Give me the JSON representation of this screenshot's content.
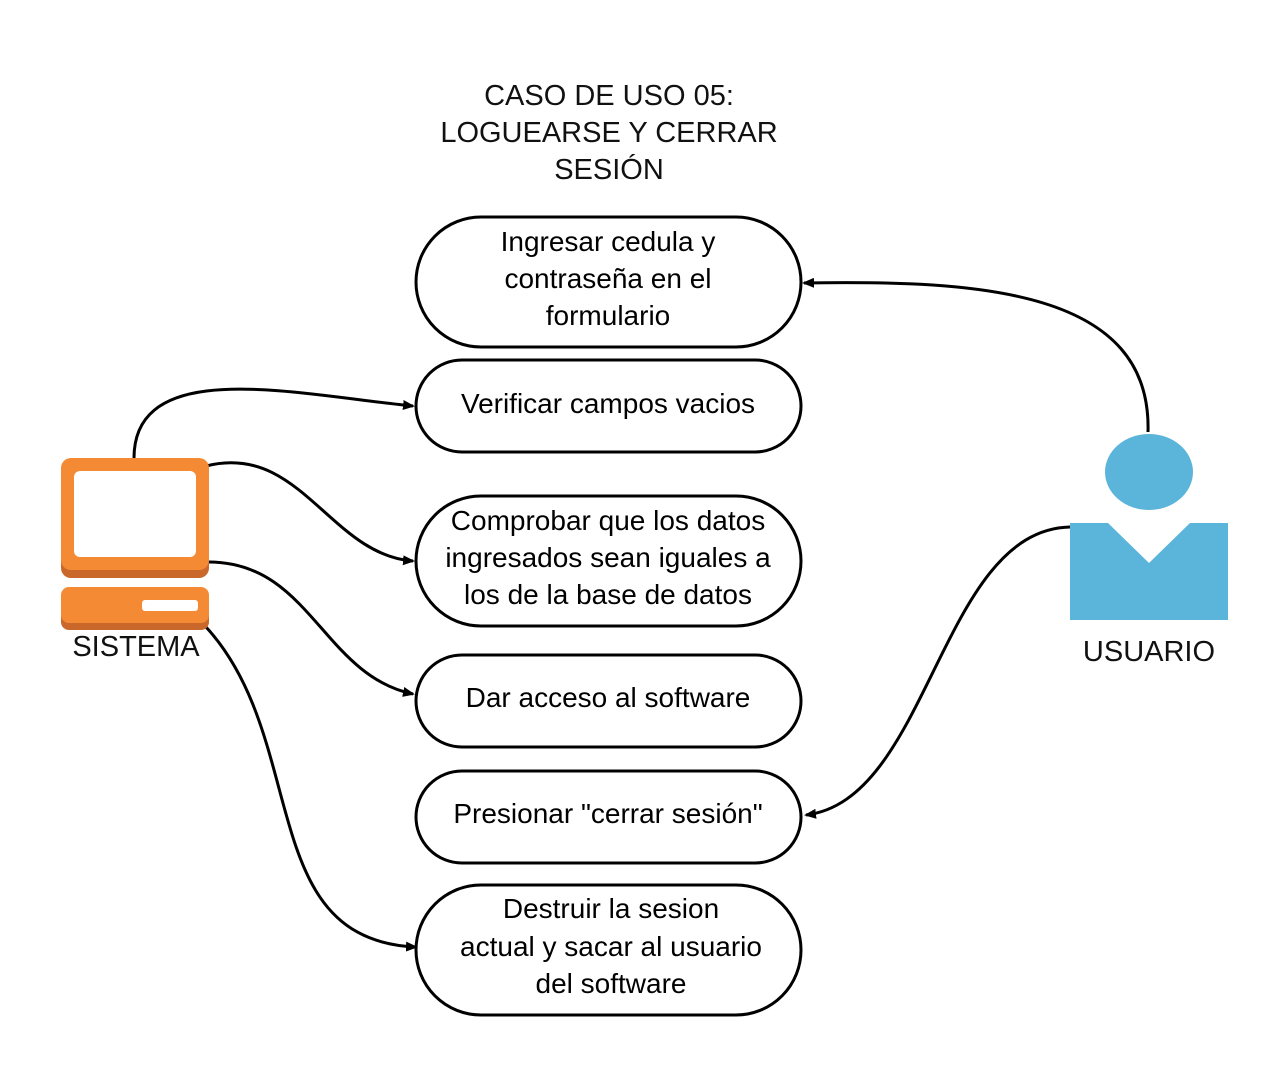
{
  "title": {
    "lines": [
      "CASO DE USO 05:",
      "LOGUEARSE Y CERRAR",
      "SESIÓN"
    ]
  },
  "actors": {
    "system": {
      "label": "SISTEMA",
      "icon": "computer-icon",
      "color": "#f58a35",
      "shade": "#c9682a"
    },
    "user": {
      "label": "USUARIO",
      "icon": "user-icon",
      "color": "#5bb4d9"
    }
  },
  "use_cases": [
    {
      "id": "uc-ingresar",
      "lines": [
        "Ingresar cedula y",
        "contraseña en el",
        "formulario"
      ]
    },
    {
      "id": "uc-verificar",
      "lines": [
        "Verificar campos vacios"
      ]
    },
    {
      "id": "uc-comprobar",
      "lines": [
        "Comprobar que los datos",
        "ingresados sean iguales a",
        "los de la base de datos"
      ]
    },
    {
      "id": "uc-acceso",
      "lines": [
        "Dar acceso al software"
      ]
    },
    {
      "id": "uc-cerrar",
      "lines": [
        "Presionar \"cerrar sesión\""
      ]
    },
    {
      "id": "uc-destruir",
      "lines": [
        "Destruir la sesion",
        "actual y sacar al usuario",
        "del software"
      ]
    }
  ],
  "associations": [
    {
      "from": "user",
      "to": "uc-ingresar"
    },
    {
      "from": "system",
      "to": "uc-verificar"
    },
    {
      "from": "system",
      "to": "uc-comprobar"
    },
    {
      "from": "system",
      "to": "uc-acceso"
    },
    {
      "from": "user",
      "to": "uc-cerrar"
    },
    {
      "from": "system",
      "to": "uc-destruir"
    }
  ]
}
